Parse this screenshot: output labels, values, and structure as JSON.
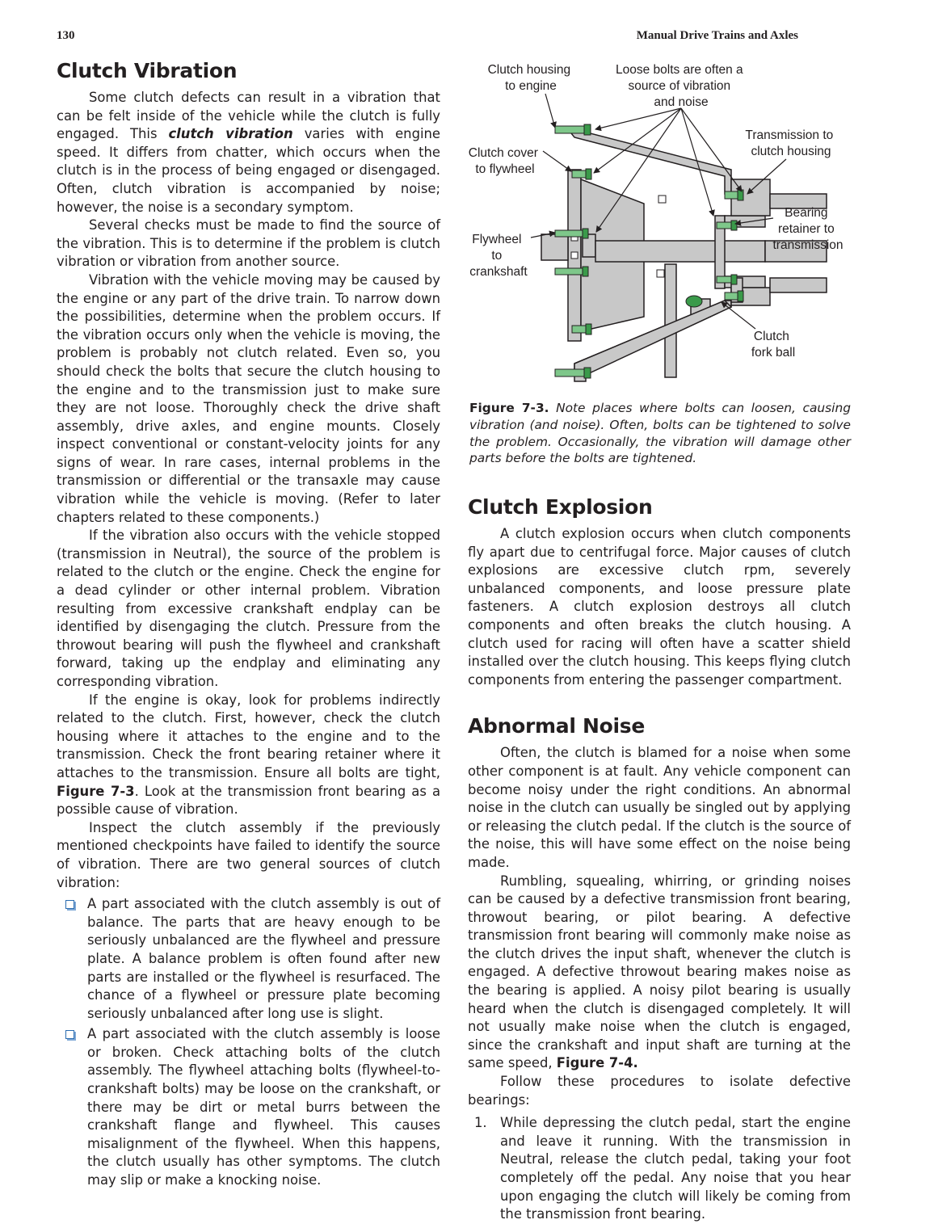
{
  "header": {
    "page_number": "130",
    "running_head": "Manual Drive Trains and Axles"
  },
  "figure": {
    "labels": {
      "clutch_housing_to_engine": [
        "Clutch housing",
        "to engine"
      ],
      "loose_bolts": [
        "Loose bolts are often a",
        "source of vibration",
        "and noise"
      ],
      "transmission_to_clutch_housing": [
        "Transmission to",
        "clutch housing"
      ],
      "clutch_cover_to_flywheel": [
        "Clutch cover",
        "to flywheel"
      ],
      "bearing_retainer": [
        "Bearing",
        "retainer to",
        "transmission"
      ],
      "flywheel_to_crankshaft": [
        "Flywheel",
        "to",
        "crankshaft"
      ],
      "clutch_fork_ball": [
        "Clutch",
        "fork ball"
      ]
    },
    "caption_label": "Figure 7-3.",
    "caption_text": "Note places where bolts can loosen, causing vibration (and noise). Often, bolts can be tightened to solve the problem. Occasionally, the vibration will damage other parts before the bolts are tightened."
  },
  "clutch_vibration": {
    "heading": "Clutch Vibration",
    "p1": {
      "a": "Some clutch defects can result in a vibration that can be felt inside of the vehicle while the clutch is fully engaged. This ",
      "term": "clutch vibration",
      "b": " varies with engine speed. It differs from chatter, which occurs when the clutch is in the process of being engaged or disengaged. Often, clutch vibration is accompanied by noise; however, the noise is a secondary symptom."
    },
    "p2": "Several checks must be made to find the source of the vibration. This is to determine if the problem is clutch vibration or vibration from another source.",
    "p3": "Vibration with the vehicle moving may be caused by the engine or any part of the drive train. To narrow down the possibilities, determine when the problem occurs. If the vibration occurs only when the vehicle is moving, the problem is probably not clutch related. Even so, you should check the bolts that secure the clutch housing to the engine and to the transmission just to make sure they are not loose. Thoroughly check the drive shaft assembly, drive axles, and engine mounts. Closely inspect conventional or constant-velocity joints for any signs of wear. In rare cases, internal problems in the transmission or differential or the transaxle may cause vibration while the vehicle is moving. (Refer to later chapters related to these components.)",
    "p4": "If the vibration also occurs with the vehicle stopped (transmission in Neutral), the source of the problem is related to the clutch or the engine. Check the engine for a dead cylinder or other internal problem. Vibration resulting from excessive crankshaft endplay can be identified by disengaging the clutch. Pressure from the throwout bearing will push the flywheel and crankshaft forward, taking up the endplay and eliminating any corresponding vibration.",
    "p5": {
      "a": "If the engine is okay, look for problems indirectly related to the clutch. First, however, check the clutch housing where it attaches to the engine and to the transmission. Check the front bearing retainer where it attaches to the transmission. Ensure all bolts are tight, ",
      "ref": "Figure 7-3",
      "b": ". Look at the transmission front bearing as a possible cause of vibration."
    },
    "p6": "Inspect the clutch assembly if the previously mentioned checkpoints have failed to identify the source of vibration. There are two general sources of clutch vibration:",
    "bullets": [
      "A part associated with the clutch assembly is out of balance. The parts that are heavy enough to be seriously unbalanced are the flywheel and pressure plate. A balance problem is often found after new parts are installed or the flywheel is resurfaced. The chance of a flywheel or pressure plate becoming seriously unbalanced after long use is slight.",
      "A part associated with the clutch assembly is loose or broken. Check attaching bolts of the clutch assembly. The flywheel attaching bolts (flywheel-to-crankshaft bolts) may be loose on the crankshaft, or there may be dirt or metal burrs between the crankshaft flange and flywheel. This causes misalignment of the flywheel. When this happens, the clutch usually has other symptoms. The clutch may slip or make a knocking noise."
    ]
  },
  "clutch_explosion": {
    "heading": "Clutch Explosion",
    "p1": "A clutch explosion occurs when clutch components fly apart due to centrifugal force. Major causes of clutch explosions are excessive clutch rpm, severely unbalanced components, and loose pressure plate fasteners. A clutch explosion destroys all clutch components and often breaks the clutch housing. A clutch used for racing will often have a scatter shield installed over the clutch housing. This keeps flying clutch components from entering the passenger compartment."
  },
  "abnormal_noise": {
    "heading": "Abnormal Noise",
    "p1": "Often, the clutch is blamed for a noise when some other component is at fault. Any vehicle component can become noisy under the right conditions. An abnormal noise in the clutch can usually be singled out by applying or releasing the clutch pedal. If the clutch is the source of the noise, this will have some effect on the noise being made.",
    "p2": {
      "a": "Rumbling, squealing, whirring, or grinding noises can be caused by a defective transmission front bearing, throwout bearing, or pilot bearing. A defective transmission front bearing will commonly make noise as the clutch drives the input shaft, whenever the clutch is engaged. A defective throwout bearing makes noise as the bearing is applied. A noisy pilot bearing is usually heard when the clutch is disengaged completely. It will not usually make noise when the clutch is engaged, since the crankshaft and input shaft are turning at the same speed, ",
      "ref": "Figure 7-4."
    },
    "p3": "Follow these procedures  to isolate defective bearings:",
    "steps": [
      {
        "num": "1.",
        "text": "While depressing the clutch pedal, start the engine and leave it running. With the transmission in Neutral, release the clutch pedal, taking your foot completely off the pedal. Any noise that you hear upon engaging the clutch will likely be coming from the transmission front bearing."
      }
    ]
  },
  "colors": {
    "part_fill": "#c8c8c8",
    "bolt_green": "#3a9a4a",
    "checkbox_blue": "#2b6cb0",
    "text": "#231f20"
  }
}
